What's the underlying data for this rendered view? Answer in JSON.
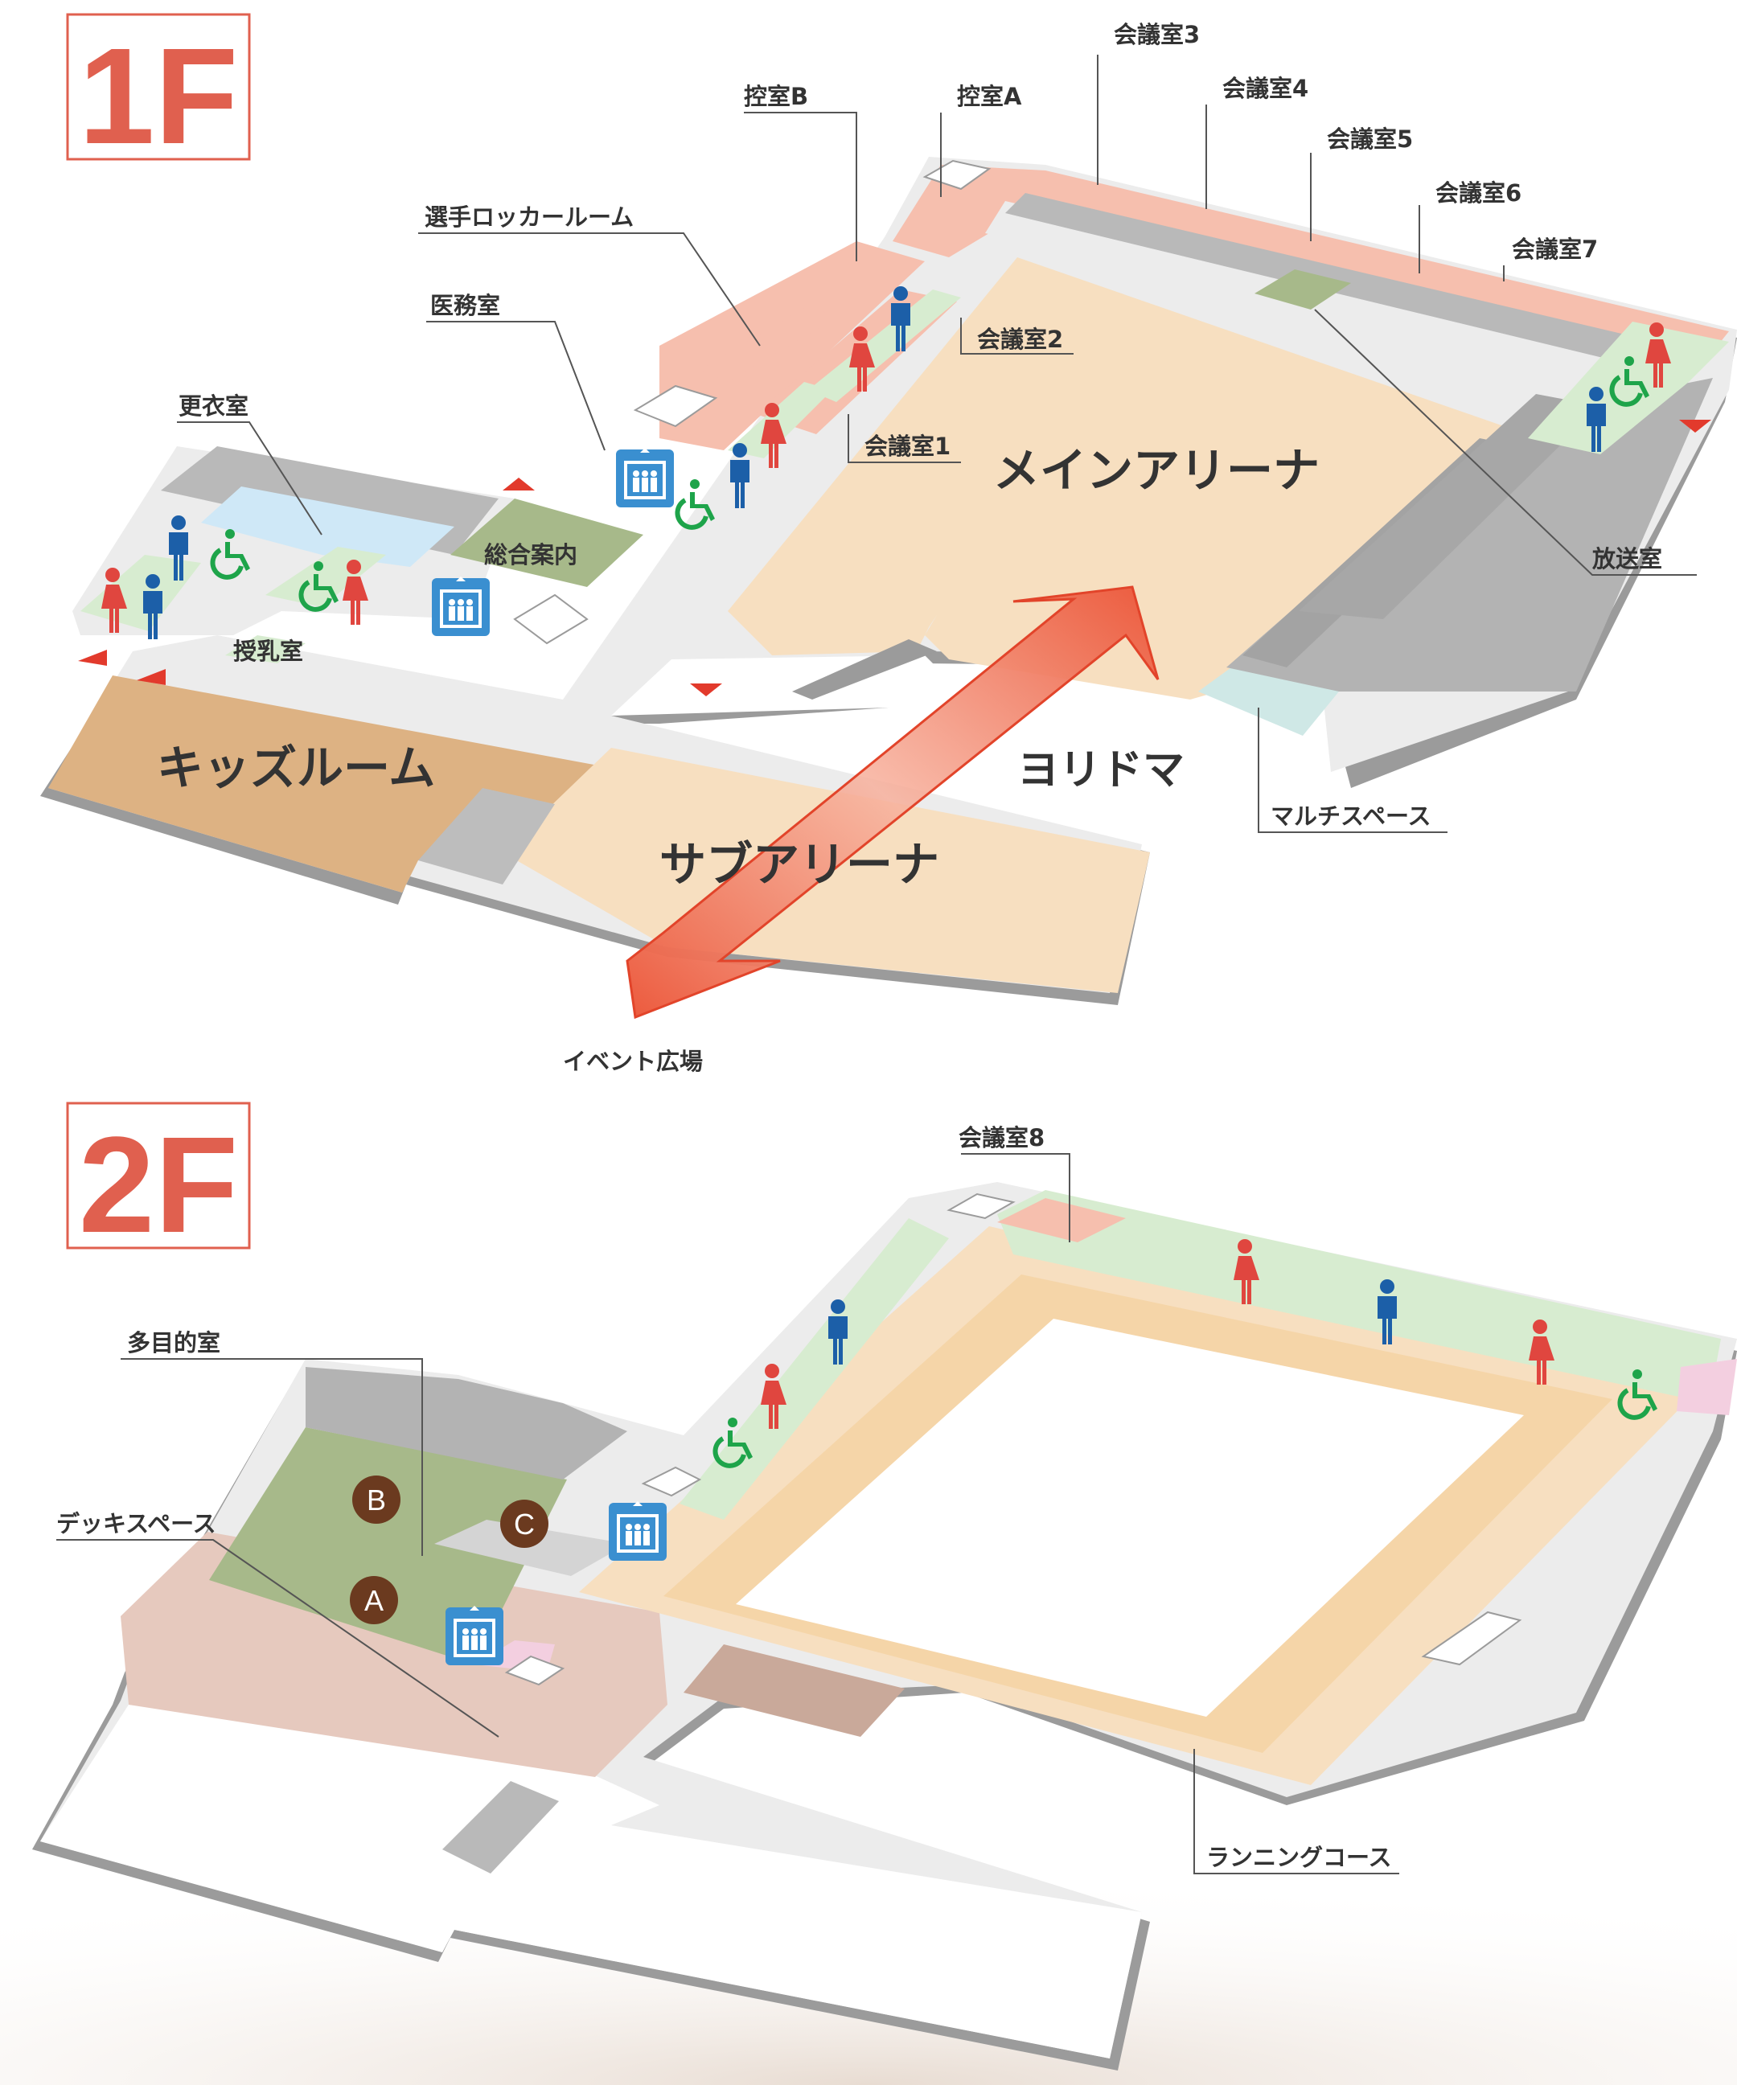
{
  "floors": {
    "f1": {
      "badge": "1F",
      "labels": {
        "hikae_b": "控室B",
        "hikae_a": "控室A",
        "kaigi3": "会議室3",
        "kaigi4": "会議室4",
        "kaigi5": "会議室5",
        "kaigi6": "会議室6",
        "kaigi7": "会議室7",
        "locker": "選手ロッカールーム",
        "imu": "医務室",
        "kaigi2": "会議室2",
        "kaigi1": "会議室1",
        "koui": "更衣室",
        "sougou": "総合案内",
        "junyu": "授乳室",
        "main_arena": "メインアリーナ",
        "housou": "放送室",
        "kids": "キッズルーム",
        "yoridoma": "ヨリドマ",
        "multi": "マルチスペース",
        "sub_arena": "サブアリーナ",
        "event": "イベント広場"
      }
    },
    "f2": {
      "badge": "2F",
      "labels": {
        "kaigi8": "会議室8",
        "tamokuteki": "多目的室",
        "deck": "デッキスペース",
        "running": "ランニングコース",
        "room_a": "A",
        "room_b": "B",
        "room_c": "C"
      }
    }
  },
  "colors": {
    "badge": "#e0604f",
    "arena": "#f7dfc0",
    "kids": "#ddb283",
    "meeting": "#f6bfae",
    "restroom": "#d7ecd0",
    "staff": "#bfbfbf",
    "info": "#a7b98a",
    "deck": "#e6c9be",
    "arrow": "#ec5a3d",
    "man": "#1c5fa8",
    "woman": "#e0463f",
    "accessible": "#1ea44a",
    "elevator": "#3a8fd0"
  }
}
